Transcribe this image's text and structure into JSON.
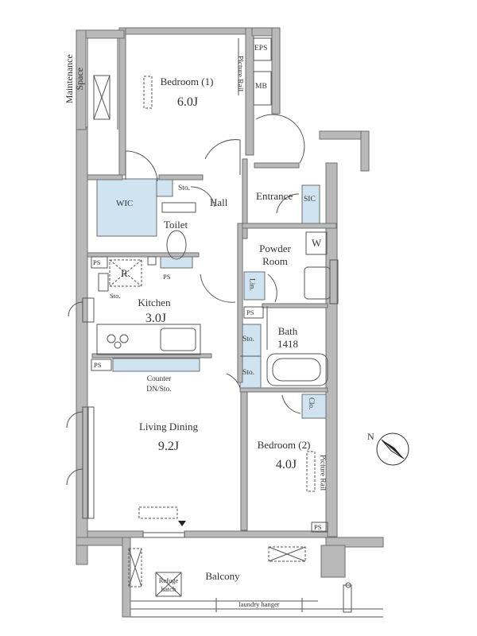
{
  "labels": {
    "maintenance": "Maintenance",
    "space": "Space",
    "bedroom1": "Bedroom (1)",
    "bedroom1_area": "6.0J",
    "picture_rail": "Picture Rail",
    "eps": "EPS",
    "mb": "MB",
    "sto": "Sto.",
    "wic": "WIC",
    "hall": "Hall",
    "entrance": "Entrance",
    "sic": "SIC",
    "toilet": "Toilet",
    "ps": "PS",
    "r": "R",
    "powder": "Powder",
    "room": "Room",
    "w": "W",
    "lin": "Lin.",
    "kitchen": "Kitchen",
    "kitchen_area": "3.0J",
    "bath": "Bath",
    "bath_size": "1418",
    "counter": "Counter",
    "dn_sto": "DN/Sto.",
    "clo": "Clo.",
    "living": "Living Dining",
    "living_area": "9.2J",
    "bedroom2": "Bedroom (2)",
    "bedroom2_area": "4.0J",
    "balcony": "Balcony",
    "refuge": "Refuge",
    "hatch": "hatch",
    "laundry": "laundry hanger",
    "north": "N"
  },
  "colors": {
    "wall": "#b9b9b9",
    "wall_stroke": "#6e6e6e",
    "storage": "#cfe4f0",
    "line": "#555555"
  },
  "icons": [
    "compass-icon"
  ]
}
